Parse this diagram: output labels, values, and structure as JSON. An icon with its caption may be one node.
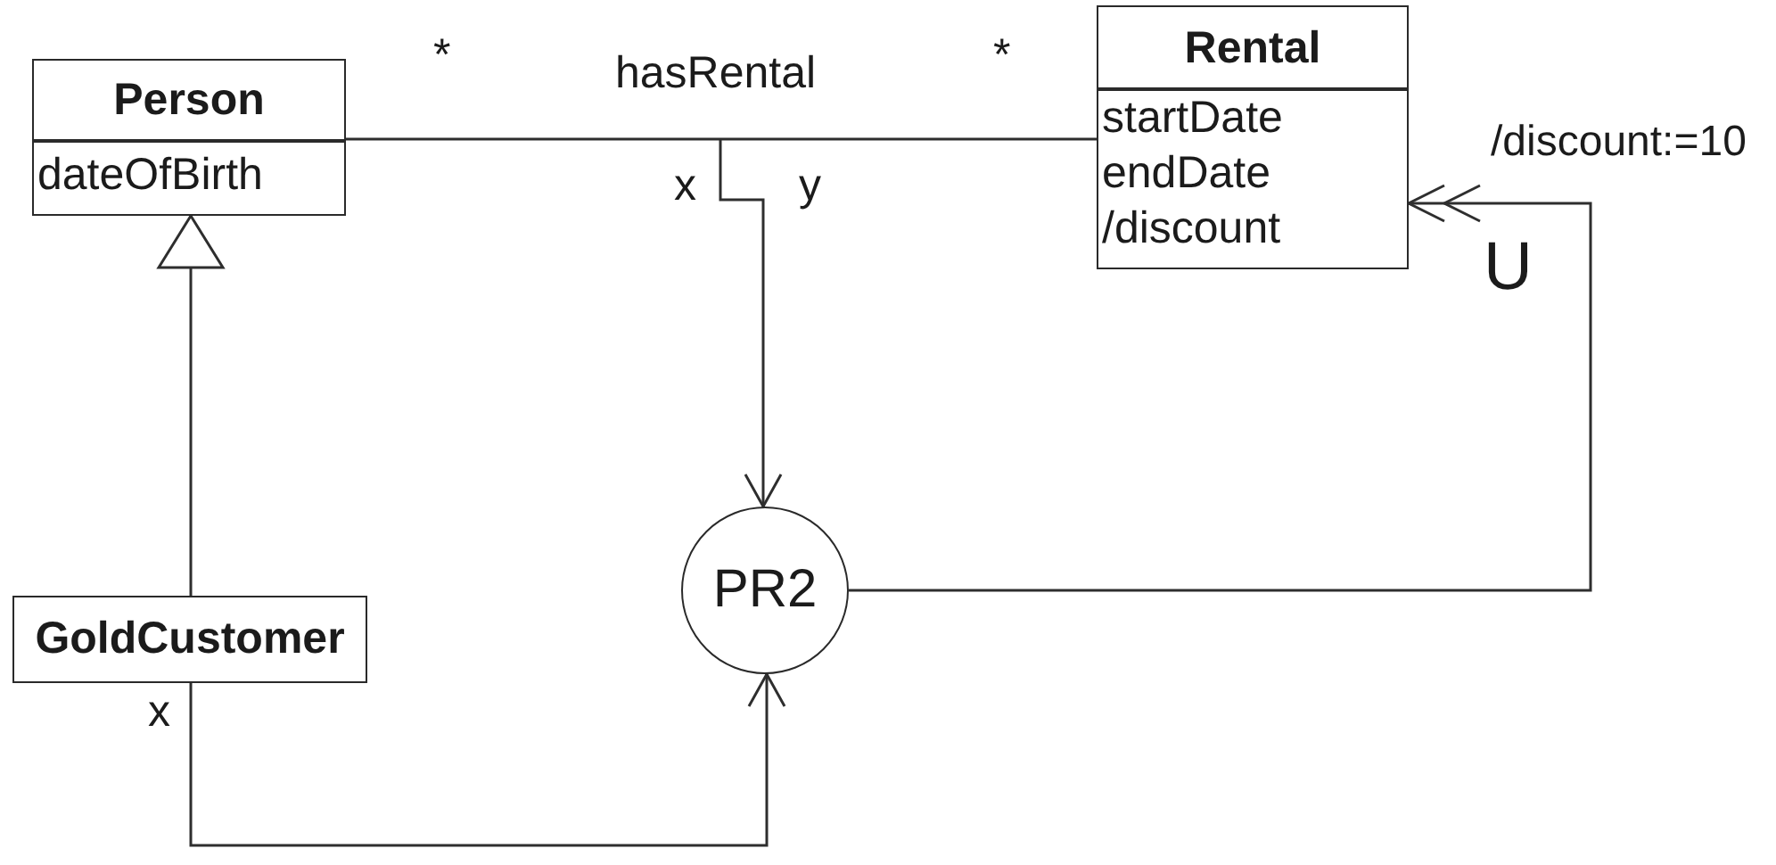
{
  "diagram": {
    "nodes": [
      {
        "text": [
          "Person",
          "dateOfBirth"
        ]
      },
      {
        "text": [
          "Rental",
          "startDate",
          "endDate",
          "/discount"
        ]
      },
      {
        "text": [
          "GoldCustomer"
        ]
      },
      {
        "text": [
          "PR2"
        ]
      }
    ],
    "edges": [
      {
        "from": 0,
        "to": 1,
        "arrow": "none",
        "label": "hasRental"
      },
      {
        "from": 2,
        "to": 0,
        "arrow": "to"
      },
      {
        "from": null,
        "to": 3,
        "arrow": "to"
      },
      {
        "from": 2,
        "to": 3,
        "arrow": "to"
      },
      {
        "from": 3,
        "to": 1,
        "arrow": "to",
        "label": "/discount:=10"
      }
    ],
    "labels": [
      "*",
      "*",
      "x",
      "y",
      "U",
      "x"
    ]
  }
}
